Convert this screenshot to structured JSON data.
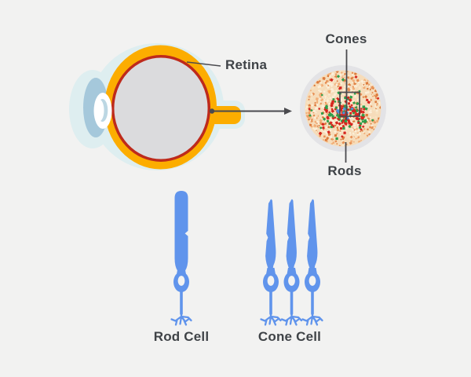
{
  "labels": {
    "retina": "Retina",
    "cones": "Cones",
    "rods": "Rods",
    "rod_cell": "Rod Cell",
    "cone_cell": "Cone Cell"
  },
  "colors": {
    "background": "#F2F2F1",
    "label_text": "#3F4347",
    "line_color": "#4A4A4E",
    "eye_halo": "#DEEEF0",
    "sclera_orange": "#FCAD00",
    "retina_red": "#BE2A1B",
    "vitreous_gray": "#DBDBDD",
    "cornea_blue": "#A5C8DB",
    "lens_white": "#FFFFFF",
    "lens_crescent": "#BCD7E3",
    "magnifier_ring": "#E3E3E6",
    "magnifier_bg": "#F6DCBA",
    "cell_blue": "#6094EC"
  },
  "magnified_view": {
    "base_dot_count": 700,
    "rod_palette_light": [
      "#FCF0DA",
      "#F7E3C2",
      "#FBEED7"
    ],
    "rod_palette_dark": [
      "#F2AE77",
      "#E78F54",
      "#DC7A3C"
    ],
    "scatter_red": 22,
    "scatter_green": 20,
    "cluster_red": 100,
    "cluster_green": 50,
    "cluster_blue": 7,
    "cone_red": "#D6251E",
    "cone_green": "#2E9E4A",
    "cone_blue": "#4D92D8"
  }
}
